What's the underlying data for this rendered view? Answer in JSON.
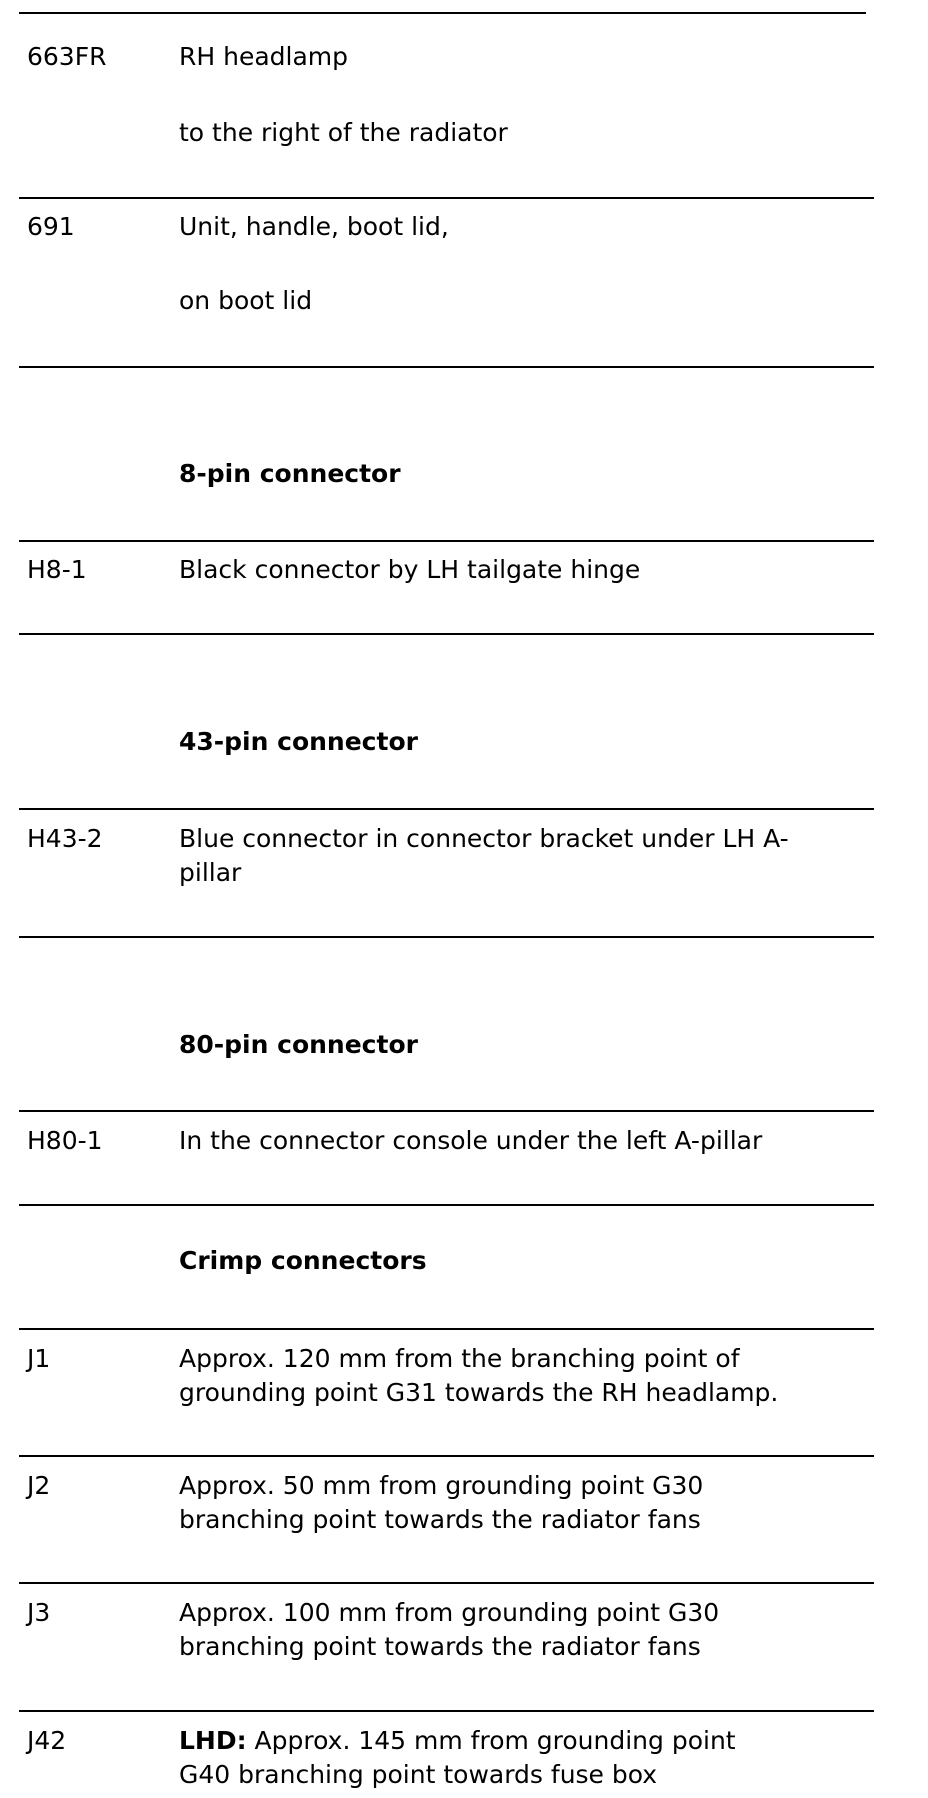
{
  "rows": [
    {
      "code": "663FR",
      "lines": [
        "RH headlamp",
        "to the right of the radiator"
      ]
    },
    {
      "code": "691",
      "lines": [
        "Unit, handle, boot lid,",
        "on boot lid"
      ]
    }
  ],
  "sections": [
    {
      "heading": "8-pin connector",
      "rows": [
        {
          "code": "H8-1",
          "lines": [
            "Black connector by LH tailgate hinge"
          ]
        }
      ]
    },
    {
      "heading": "43-pin connector",
      "rows": [
        {
          "code": "H43-2",
          "lines": [
            "Blue connector in connector bracket under LH A-",
            "pillar"
          ]
        }
      ]
    },
    {
      "heading": "80-pin connector",
      "rows": [
        {
          "code": "H80-1",
          "lines": [
            "In the connector console under the left A-pillar"
          ]
        }
      ]
    },
    {
      "heading": "Crimp connectors",
      "rows": [
        {
          "code": "J1",
          "lines": [
            "Approx. 120 mm from the branching point of",
            "grounding point G31 towards the RH headlamp."
          ]
        },
        {
          "code": "J2",
          "lines": [
            "Approx. 50 mm from grounding point G30",
            "branching point towards the radiator fans"
          ]
        },
        {
          "code": "J3",
          "lines": [
            "Approx. 100 mm from grounding point G30",
            "branching point towards the radiator fans"
          ]
        },
        {
          "code": "J42",
          "prefix": "LHD:",
          "lines": [
            " Approx. 145 mm from grounding point",
            "G40 branching point towards fuse box"
          ]
        }
      ]
    }
  ]
}
